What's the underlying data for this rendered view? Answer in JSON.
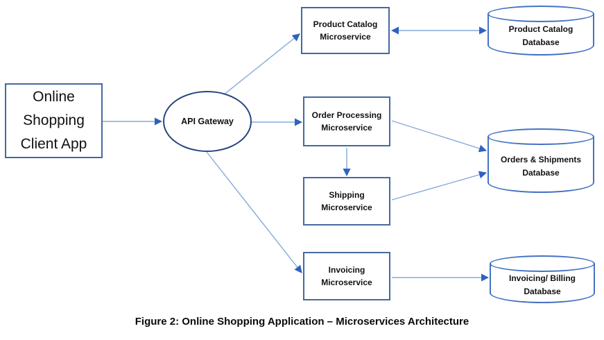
{
  "diagram": {
    "caption": "Figure 2: Online Shopping Application – Microservices Architecture",
    "nodes": {
      "client": {
        "label": "Online Shopping Client App",
        "shape": "rectangle"
      },
      "gateway": {
        "label": "API Gateway",
        "shape": "ellipse"
      },
      "product_catalog_ms": {
        "label": "Product Catalog Microservice",
        "shape": "rectangle"
      },
      "order_processing_ms": {
        "label": "Order Processing Microservice",
        "shape": "rectangle"
      },
      "shipping_ms": {
        "label": "Shipping Microservice",
        "shape": "rectangle"
      },
      "invoicing_ms": {
        "label": "Invoicing Microservice",
        "shape": "rectangle"
      },
      "product_catalog_db": {
        "label": "Product Catalog Database",
        "shape": "cylinder"
      },
      "orders_db": {
        "label": "Orders & Shipments Database",
        "shape": "cylinder"
      },
      "invoicing_db": {
        "label": "Invoicing/ Billing Database",
        "shape": "cylinder"
      }
    },
    "edges": [
      {
        "from": "client",
        "to": "gateway",
        "direction": "one-way"
      },
      {
        "from": "gateway",
        "to": "product_catalog_ms",
        "direction": "one-way"
      },
      {
        "from": "gateway",
        "to": "order_processing_ms",
        "direction": "one-way"
      },
      {
        "from": "gateway",
        "to": "invoicing_ms",
        "direction": "one-way"
      },
      {
        "from": "product_catalog_ms",
        "to": "product_catalog_db",
        "direction": "two-way"
      },
      {
        "from": "order_processing_ms",
        "to": "shipping_ms",
        "direction": "one-way"
      },
      {
        "from": "order_processing_ms",
        "to": "orders_db",
        "direction": "one-way"
      },
      {
        "from": "shipping_ms",
        "to": "orders_db",
        "direction": "one-way"
      },
      {
        "from": "invoicing_ms",
        "to": "invoicing_db",
        "direction": "one-way"
      }
    ]
  },
  "colors": {
    "box_border": "#44699d",
    "ellipse_border": "#27447e",
    "db_border": "#4472c4",
    "line": "#86a9da",
    "arrow": "#2e63be"
  }
}
